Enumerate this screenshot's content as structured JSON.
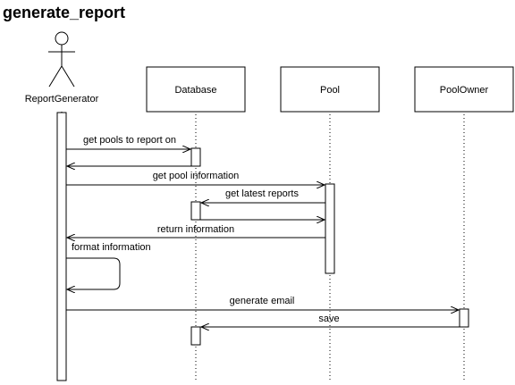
{
  "title": "generate_report",
  "participants": [
    {
      "id": "rg",
      "label": "ReportGenerator",
      "kind": "actor"
    },
    {
      "id": "db",
      "label": "Database",
      "kind": "box"
    },
    {
      "id": "pool",
      "label": "Pool",
      "kind": "box"
    },
    {
      "id": "owner",
      "label": "PoolOwner",
      "kind": "box"
    }
  ],
  "messages": [
    {
      "from": "rg",
      "to": "db",
      "label": "get pools to report on"
    },
    {
      "from": "db",
      "to": "rg",
      "label": ""
    },
    {
      "from": "rg",
      "to": "pool",
      "label": "get pool information"
    },
    {
      "from": "pool",
      "to": "db",
      "label": "get latest reports"
    },
    {
      "from": "db",
      "to": "pool",
      "label": ""
    },
    {
      "from": "pool",
      "to": "rg",
      "label": "return information"
    },
    {
      "from": "rg",
      "to": "rg",
      "label": "format information"
    },
    {
      "from": "rg",
      "to": "owner",
      "label": "generate email"
    },
    {
      "from": "owner",
      "to": "db",
      "label": "save"
    }
  ]
}
